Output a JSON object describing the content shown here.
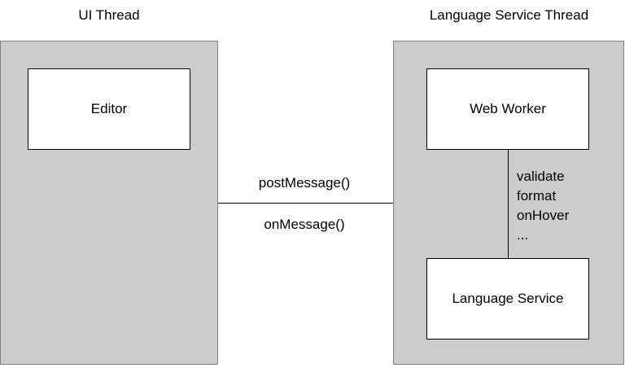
{
  "ui_thread": {
    "title": "UI Thread",
    "editor_label": "Editor"
  },
  "language_service_thread": {
    "title": "Language Service Thread",
    "web_worker_label": "Web Worker",
    "language_service_label": "Language Service",
    "operations": [
      "validate",
      "format",
      "onHover",
      "..."
    ]
  },
  "connection": {
    "send_label": "postMessage()",
    "receive_label": "onMessage()"
  },
  "colors": {
    "panel_fill": "#cccccc",
    "panel_border": "#808080",
    "box_fill": "#ffffff",
    "line": "#000000"
  }
}
